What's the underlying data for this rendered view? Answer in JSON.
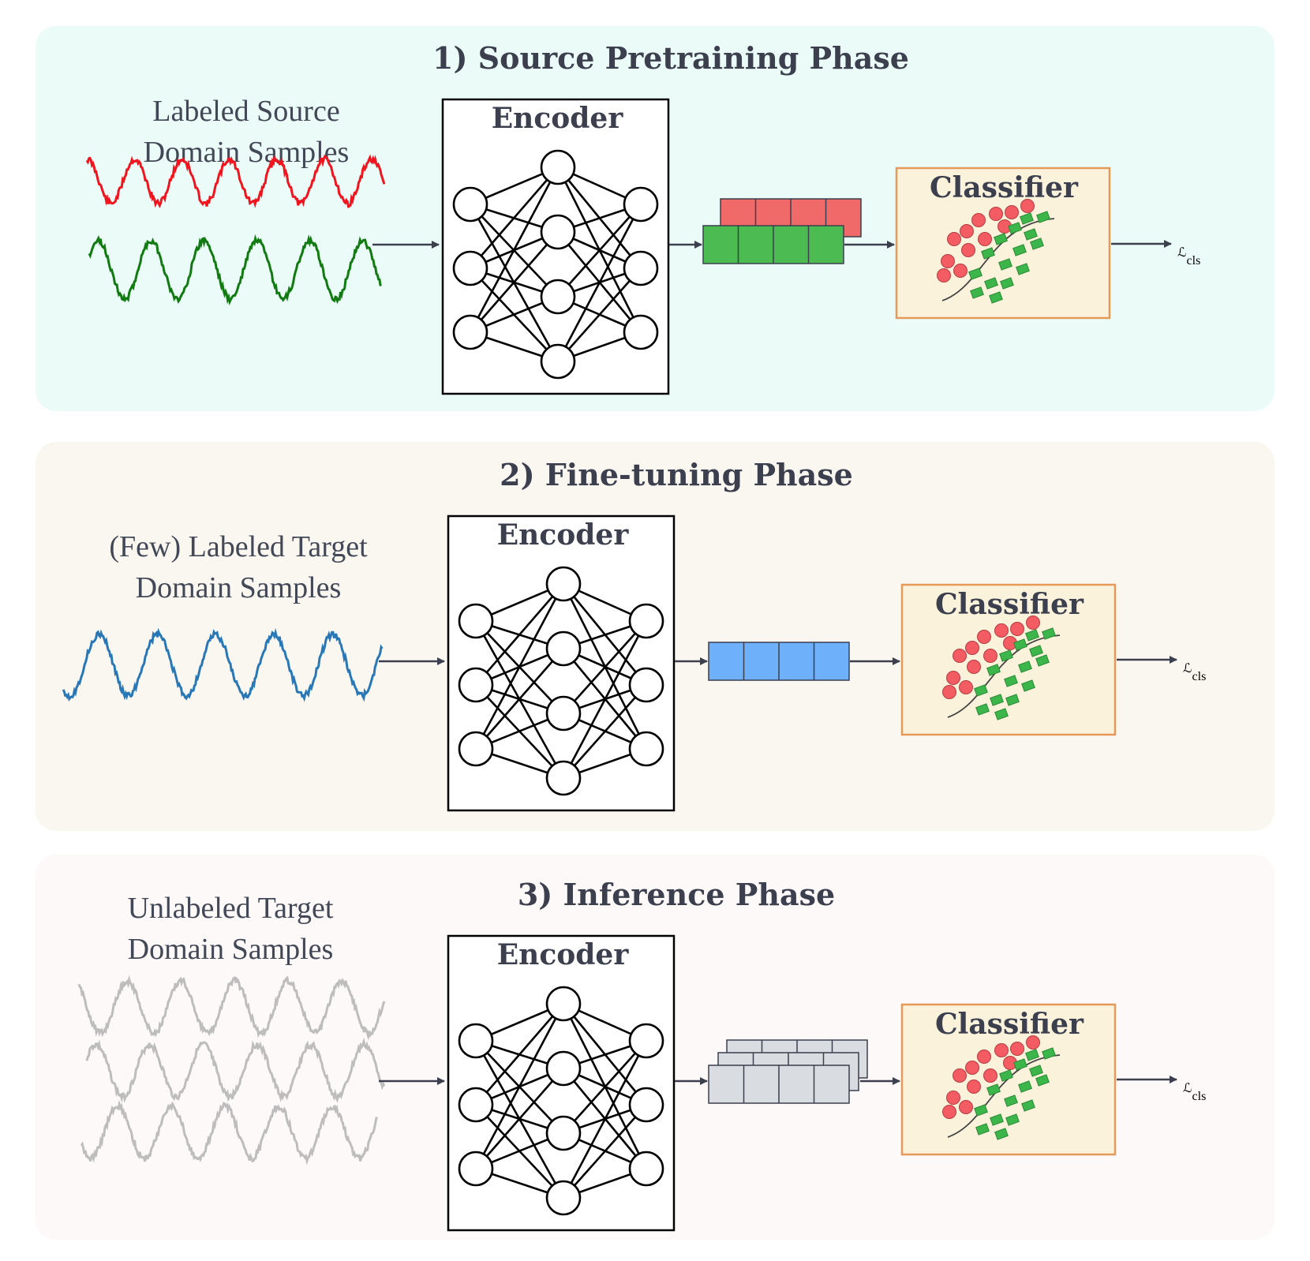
{
  "colors": {
    "panel_1_bg": "#ebfcf8",
    "panel_2_bg": "#faf7f1",
    "panel_3_bg": "#fcf9f8",
    "signal_red": "#f0141e",
    "signal_green": "#117a11",
    "signal_blue": "#2878b8",
    "signal_gray": "#bdbdbd",
    "feature_red": "#f06a6a",
    "feature_green": "#4cbb52",
    "feature_blue": "#6eb0fa",
    "feature_gray": "#d9dde2",
    "classifier_bg": "#fbf2dc",
    "classifier_border": "#e59a5a"
  },
  "panels": [
    {
      "title": "1) Source Pretraining Phase",
      "caption_lines": [
        "Labeled Source",
        "Domain Samples"
      ],
      "encoder_label": "Encoder",
      "classifier_label": "Classifier",
      "loss_symbol": "ℒ",
      "loss_subscript": "cls"
    },
    {
      "title": "2) Fine-tuning Phase",
      "caption_lines": [
        "(Few) Labeled Target",
        "Domain Samples"
      ],
      "encoder_label": "Encoder",
      "classifier_label": "Classifier",
      "loss_symbol": "ℒ",
      "loss_subscript": "cls"
    },
    {
      "title": "3) Inference Phase",
      "caption_lines": [
        "Unlabeled Target",
        "Domain Samples"
      ],
      "encoder_label": "Encoder",
      "classifier_label": "Classifier",
      "loss_symbol": "ℒ",
      "loss_subscript": "cls"
    }
  ]
}
